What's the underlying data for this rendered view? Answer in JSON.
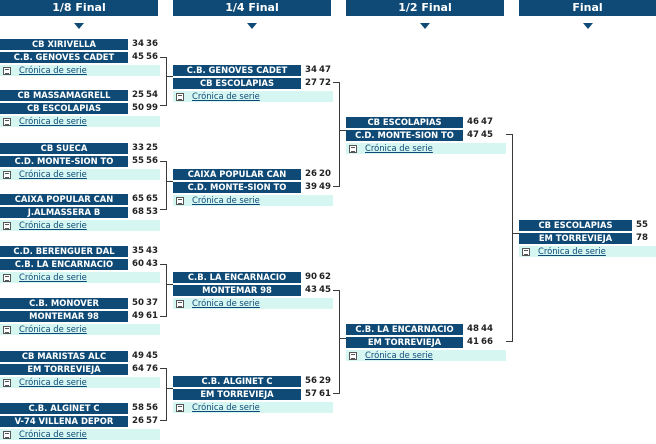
{
  "rounds": [
    {
      "label": "1/8 Final"
    },
    {
      "label": "1/4 Final"
    },
    {
      "label": "1/2 Final"
    },
    {
      "label": "Final"
    }
  ],
  "cronica_label": "Crónica de serie",
  "colors": {
    "header": "#0e4a75",
    "team_bg": "#0e4a75",
    "cronica_bg": "#d6f6f2",
    "line": "#3a3a3a"
  },
  "matches": {
    "r8": [
      {
        "teams": [
          {
            "name": "CB XIRIVELLA",
            "s1": "34",
            "s2": "36"
          },
          {
            "name": "C.B. GENOVES CADET",
            "s1": "45",
            "s2": "56"
          }
        ]
      },
      {
        "teams": [
          {
            "name": "CB MASSAMAGRELL",
            "s1": "25",
            "s2": "54"
          },
          {
            "name": "CB ESCOLAPIAS",
            "s1": "50",
            "s2": "99"
          }
        ]
      },
      {
        "teams": [
          {
            "name": "CB SUECA",
            "s1": "33",
            "s2": "25"
          },
          {
            "name": "C.D. MONTE-SION TO",
            "s1": "55",
            "s2": "56"
          }
        ]
      },
      {
        "teams": [
          {
            "name": "CAIXA POPULAR CAN",
            "s1": "65",
            "s2": "65"
          },
          {
            "name": "J.ALMASSERA B",
            "s1": "68",
            "s2": "53"
          }
        ]
      },
      {
        "teams": [
          {
            "name": "C.D. BERENGUER DAL",
            "s1": "35",
            "s2": "43"
          },
          {
            "name": "C.B. LA ENCARNACIO",
            "s1": "60",
            "s2": "43"
          }
        ]
      },
      {
        "teams": [
          {
            "name": "C.B. MONOVER",
            "s1": "50",
            "s2": "37"
          },
          {
            "name": "MONTEMAR 98",
            "s1": "49",
            "s2": "61"
          }
        ]
      },
      {
        "teams": [
          {
            "name": "CB MARISTAS ALC",
            "s1": "49",
            "s2": "45"
          },
          {
            "name": "EM TORREVIEJA",
            "s1": "64",
            "s2": "76"
          }
        ]
      },
      {
        "teams": [
          {
            "name": "C.B. ALGINET C",
            "s1": "58",
            "s2": "56"
          },
          {
            "name": "V-74 VILLENA DEPOR",
            "s1": "26",
            "s2": "57"
          }
        ]
      }
    ],
    "r4": [
      {
        "teams": [
          {
            "name": "C.B. GENOVES CADET",
            "s1": "34",
            "s2": "47"
          },
          {
            "name": "CB ESCOLAPIAS",
            "s1": "27",
            "s2": "72"
          }
        ]
      },
      {
        "teams": [
          {
            "name": "CAIXA POPULAR CAN",
            "s1": "26",
            "s2": "20"
          },
          {
            "name": "C.D. MONTE-SION TO",
            "s1": "39",
            "s2": "49"
          }
        ]
      },
      {
        "teams": [
          {
            "name": "C.B. LA ENCARNACIO",
            "s1": "90",
            "s2": "62"
          },
          {
            "name": "MONTEMAR 98",
            "s1": "43",
            "s2": "45"
          }
        ]
      },
      {
        "teams": [
          {
            "name": "C.B. ALGINET C",
            "s1": "56",
            "s2": "29"
          },
          {
            "name": "EM TORREVIEJA",
            "s1": "57",
            "s2": "61"
          }
        ]
      }
    ],
    "r2": [
      {
        "teams": [
          {
            "name": "CB ESCOLAPIAS",
            "s1": "46",
            "s2": "47"
          },
          {
            "name": "C.D. MONTE-SION TO",
            "s1": "47",
            "s2": "45"
          }
        ]
      },
      {
        "teams": [
          {
            "name": "C.B. LA ENCARNACIO",
            "s1": "48",
            "s2": "44"
          },
          {
            "name": "EM TORREVIEJA",
            "s1": "41",
            "s2": "66"
          }
        ]
      }
    ],
    "final": [
      {
        "teams": [
          {
            "name": "CB ESCOLAPIAS",
            "s1": "55"
          },
          {
            "name": "EM TORREVIEJA",
            "s1": "78"
          }
        ]
      }
    ]
  }
}
